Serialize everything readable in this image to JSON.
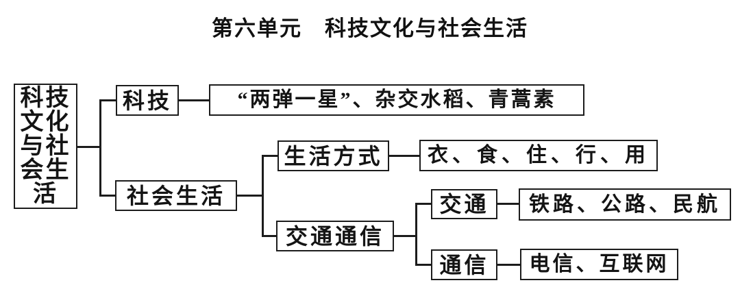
{
  "title": "第六单元　科技文化与社会生活",
  "colors": {
    "background": "#ffffff",
    "line": "#1c1c1c",
    "text": "#141414"
  },
  "diagram": {
    "root": {
      "label": "科技文化与社会生活",
      "lines": [
        "科技",
        "文化",
        "与社",
        "会生",
        "活"
      ]
    },
    "nodes": {
      "science": {
        "label": "科技"
      },
      "science_items": {
        "label": "“两弹一星”、杂交水稻、青蒿素"
      },
      "social_life": {
        "label": "社会生活"
      },
      "lifestyle": {
        "label": "生活方式"
      },
      "lifestyle_items": {
        "label": "衣、食、住、行、用"
      },
      "transport_comm": {
        "label": "交通通信"
      },
      "transport": {
        "label": "交通"
      },
      "transport_items": {
        "label": "铁路、公路、民航"
      },
      "communication": {
        "label": "通信"
      },
      "communication_items": {
        "label": "电信、互联网"
      }
    }
  }
}
